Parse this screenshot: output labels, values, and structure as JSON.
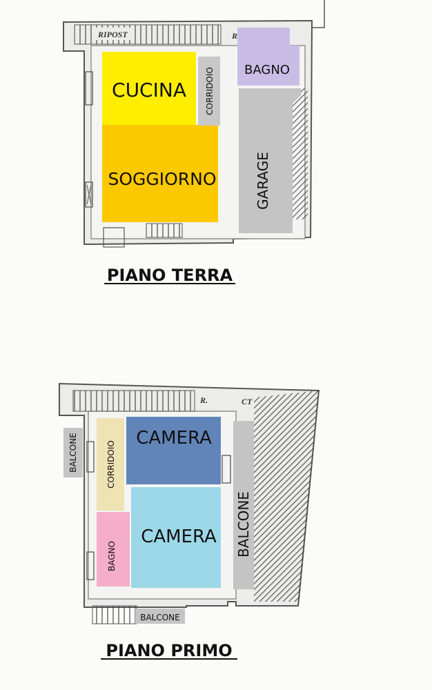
{
  "ground_floor": {
    "title": "PIANO TERRA",
    "marks": {
      "ripost": "RIPOST",
      "rip": "RIP."
    },
    "rooms": {
      "cucina": {
        "label": "CUCINA",
        "color": "#ffee00"
      },
      "soggiorno": {
        "label": "SOGGIORNO",
        "color": "#fcc800"
      },
      "corridoio": {
        "label": "CORRIDOIO",
        "color": "#c8c8c8"
      },
      "bagno": {
        "label": "BAGNO",
        "color": "#c9bde6"
      },
      "garage": {
        "label": "GARAGE",
        "color": "#c4c4c4"
      }
    }
  },
  "first_floor": {
    "title": "PIANO PRIMO",
    "marks": {
      "r": "R.",
      "ct": "CT"
    },
    "rooms": {
      "camera_top": {
        "label": "CAMERA",
        "color": "#6185b8"
      },
      "camera_bottom": {
        "label": "CAMERA",
        "color": "#9dd8e8"
      },
      "corridoio": {
        "label": "CORRIDOIO",
        "color": "#efe3b4"
      },
      "bagno": {
        "label": "BAGNO",
        "color": "#f5aec8"
      },
      "balcone_left": {
        "label": "BALCONE",
        "color": "#c4c4c4"
      },
      "balcone_right": {
        "label": "BALCONE",
        "color": "#c4c4c4"
      },
      "balcone_bottom": {
        "label": "BALCONE",
        "color": "#c4c4c4"
      }
    }
  },
  "colors": {
    "wall": "#555555",
    "wall_fill": "#ececea",
    "hatch": "#333333"
  }
}
